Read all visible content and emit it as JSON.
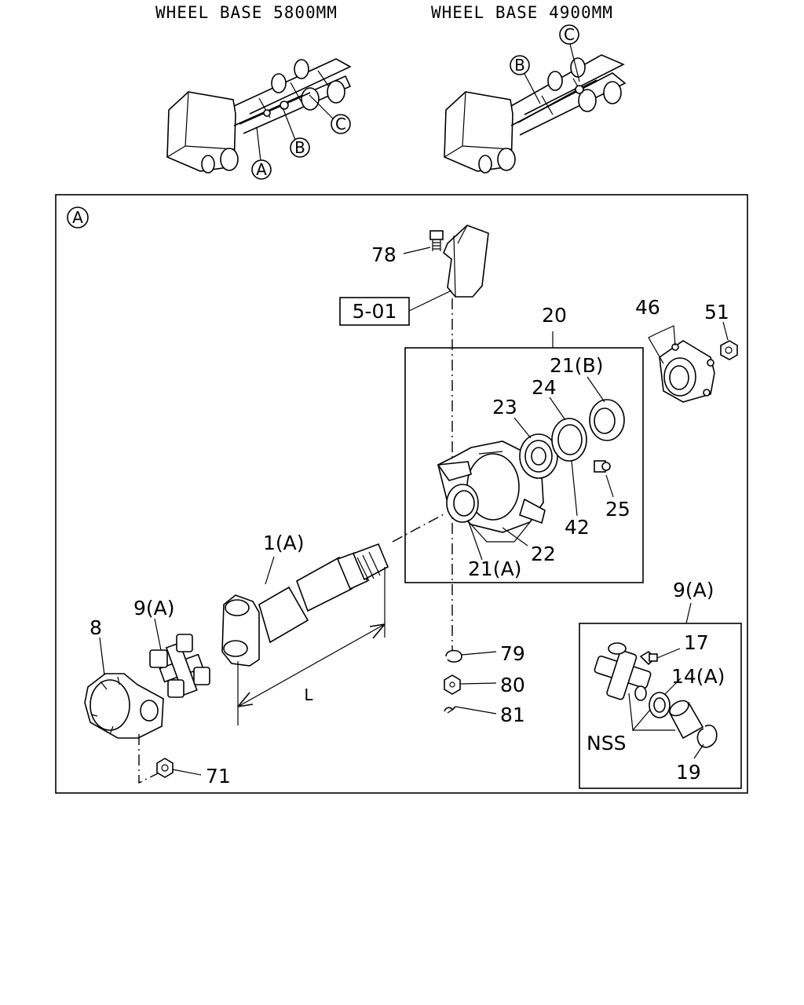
{
  "header": {
    "left": "WHEEL BASE 5800MM",
    "right": "WHEEL BASE 4900MM"
  },
  "location_tags": {
    "left_truck": [
      "A",
      "B",
      "C"
    ],
    "right_truck": [
      "B",
      "C"
    ]
  },
  "detail_view": {
    "view_id": "A",
    "reference_box": "5-01",
    "dimension_label": "L",
    "callouts": {
      "p78": "78",
      "p20": "20",
      "p46": "46",
      "p51": "51",
      "p21b": "21(B)",
      "p24": "24",
      "p23": "23",
      "p25": "25",
      "p42": "42",
      "p22": "22",
      "p21a": "21(A)",
      "p1a": "1(A)",
      "p9a": "9(A)",
      "p8": "8",
      "p79": "79",
      "p80": "80",
      "p81": "81",
      "p71": "71"
    }
  },
  "inset": {
    "title": "9(A)",
    "callouts": {
      "p17": "17",
      "p14a": "14(A)",
      "nss": "NSS",
      "p19": "19"
    }
  }
}
